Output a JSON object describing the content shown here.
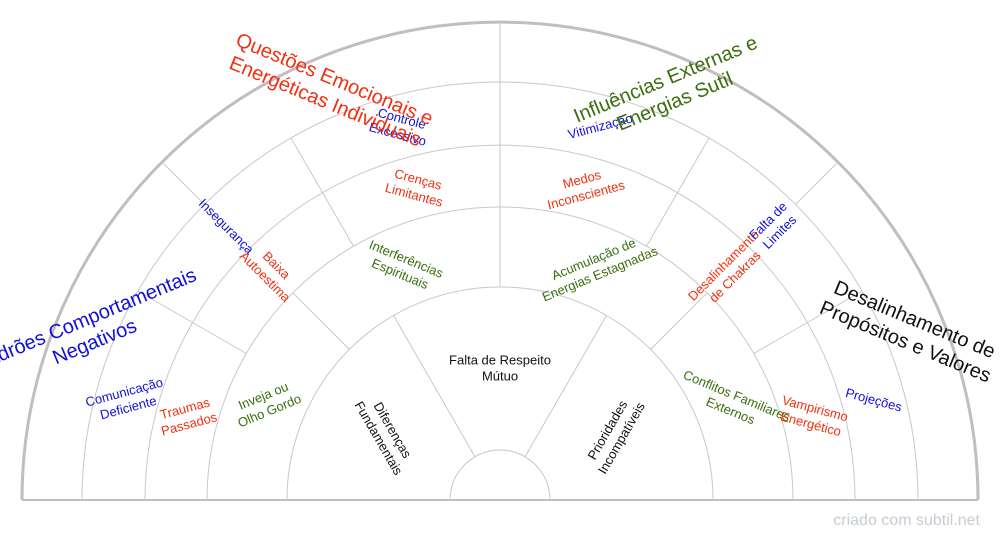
{
  "colors": {
    "blue": "#1010d8",
    "red": "#f03010",
    "green": "#3a6e0e",
    "black": "#111111",
    "border": "#c3bcc3",
    "line": "#c8c8c8"
  },
  "watermark": "criado com subtil.net",
  "categories": [
    {
      "lines": [
        "Padrões Comportamentais",
        "Negativos"
      ],
      "color": "blue"
    },
    {
      "lines": [
        "Questões Emocionais e",
        "Energéticas Individuais"
      ],
      "color": "red"
    },
    {
      "lines": [
        "Influências Externas e",
        "Energias Sutil"
      ],
      "color": "green"
    },
    {
      "lines": [
        "Desalinhamento de",
        "Propósitos e Valores"
      ],
      "color": "black"
    }
  ],
  "ring3": [
    {
      "lines": [
        "Comunicação",
        "Deficiente"
      ],
      "color": "blue"
    },
    {
      "lines": [
        "Insegurança"
      ],
      "color": "blue"
    },
    {
      "lines": [
        "Controle",
        "Excessivo"
      ],
      "color": "blue"
    },
    {
      "lines": [
        "Vitimização"
      ],
      "color": "blue"
    },
    {
      "lines": [
        "Falta de",
        "Limites"
      ],
      "color": "blue"
    },
    {
      "lines": [
        "Projeções"
      ],
      "color": "blue"
    }
  ],
  "ring2": [
    {
      "lines": [
        "Traumas",
        "Passados"
      ],
      "color": "red"
    },
    {
      "lines": [
        "Baixa",
        "Autoestima"
      ],
      "color": "red"
    },
    {
      "lines": [
        "Crenças",
        "Limitantes"
      ],
      "color": "red"
    },
    {
      "lines": [
        "Medos",
        "Inconscientes"
      ],
      "color": "red"
    },
    {
      "lines": [
        "Desalinhamento",
        "de Chakras"
      ],
      "color": "red"
    },
    {
      "lines": [
        "Vampirismo",
        "Energético"
      ],
      "color": "red"
    }
  ],
  "ring1": [
    {
      "lines": [
        "Inveja ou",
        "Olho Gordo"
      ],
      "color": "green"
    },
    {
      "lines": [
        "Interferências",
        "Espirituais"
      ],
      "color": "green"
    },
    {
      "lines": [
        "Acumulação de",
        "Energias Estagnadas"
      ],
      "color": "green"
    },
    {
      "lines": [
        "Conflitos Familiares",
        "Externos"
      ],
      "color": "green"
    }
  ],
  "ring0": [
    {
      "lines": [
        "Diferenças",
        "Fundamentais"
      ],
      "color": "black"
    },
    {
      "lines": [
        "Falta de Respeito",
        "Mútuo"
      ],
      "color": "black"
    },
    {
      "lines": [
        "Prioridades",
        "Incompatíveis"
      ],
      "color": "black"
    }
  ]
}
